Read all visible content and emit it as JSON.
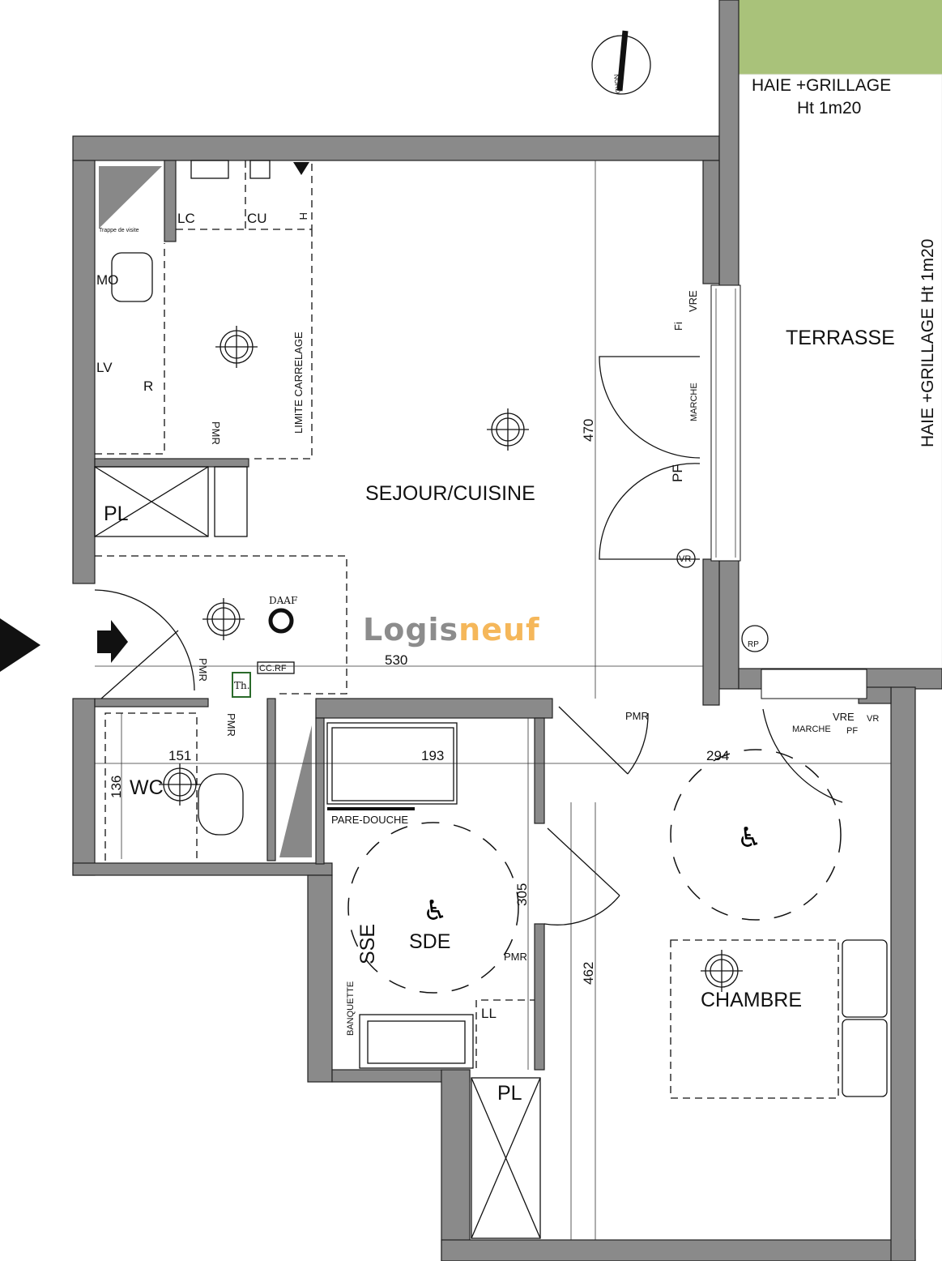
{
  "rooms": {
    "sejour": "SEJOUR/CUISINE",
    "terrasse": "TERRASSE",
    "wc": "WC",
    "sde": "SDE",
    "chambre": "CHAMBRE",
    "pl1": "PL",
    "pl2": "PL"
  },
  "labels": {
    "haie_top_1": "HAIE +GRILLAGE",
    "haie_top_2": "Ht 1m20",
    "haie_side": "HAIE +GRILLAGE Ht 1m20",
    "limite": "LIMITE CARRELAGE",
    "lc": "LC",
    "cu": "CU",
    "mo": "MO",
    "lv": "LV",
    "r": "R",
    "h": "H",
    "pmr": "PMR",
    "daaf": "DAAF",
    "th": "Th.",
    "ccrf": "CC.RF",
    "vre": "VRE",
    "fi": "Fi",
    "marche": "MARCHE",
    "pf": "PF",
    "vr": "VR",
    "rp": "RP",
    "pare_douche": "PARE-DOUCHE",
    "sse": "SSE",
    "banquette": "BANQUETTE",
    "ll": "LL",
    "trappe": "Trappe de visite",
    "nord": "NORD"
  },
  "dimensions": {
    "d530": "530",
    "d470": "470",
    "d151": "151",
    "d136": "136",
    "d193": "193",
    "d294": "294",
    "d305": "305",
    "d462": "462"
  },
  "logo": {
    "part1": "Logis",
    "part2": "neuf",
    "color1": "#8c8c8c",
    "color2": "#f5b75a"
  },
  "colors": {
    "wall": "#8a8a8a",
    "hedge": "#a9c27a"
  }
}
